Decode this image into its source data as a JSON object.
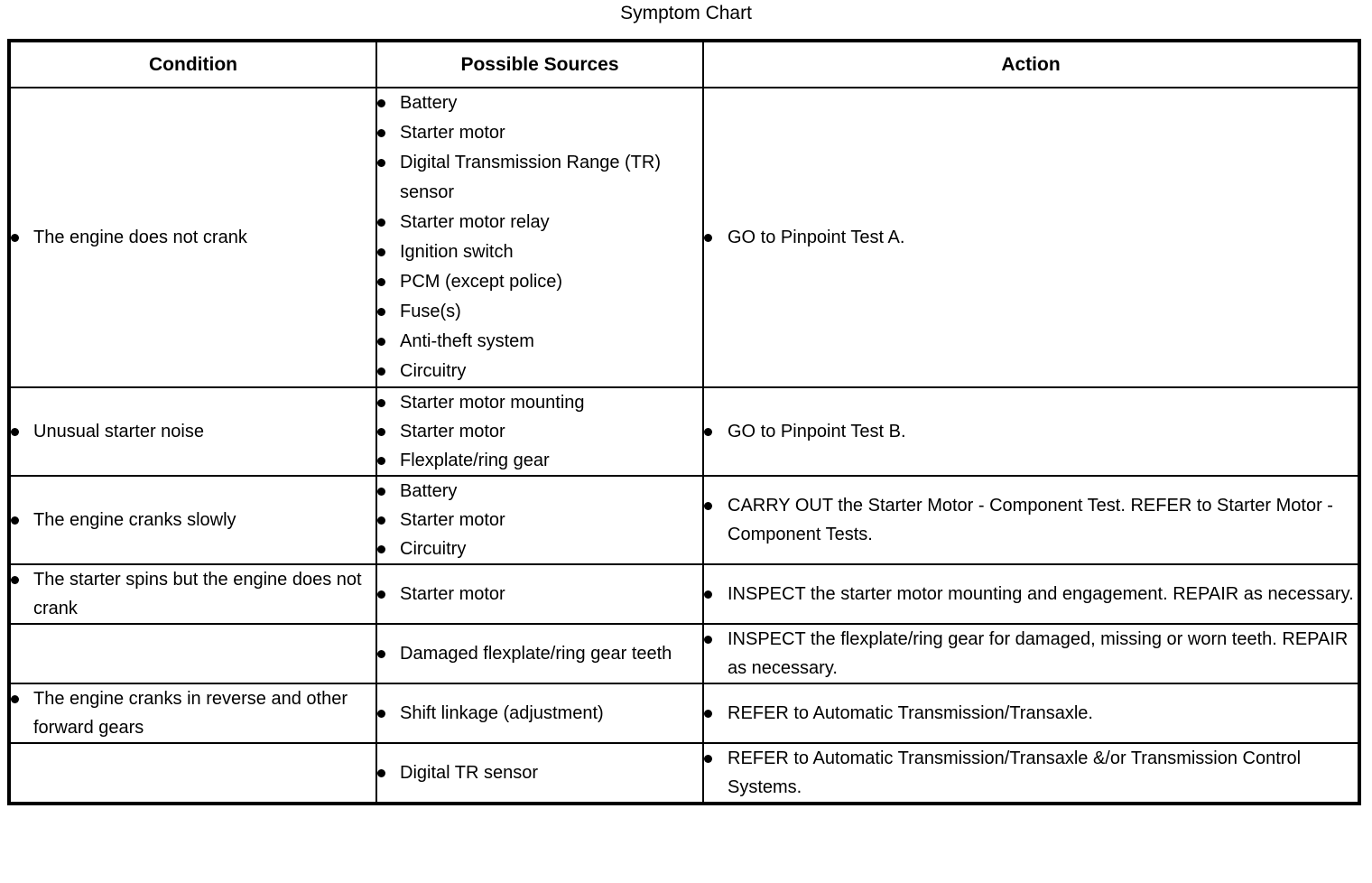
{
  "title": "Symptom Chart",
  "table": {
    "columns": [
      "Condition",
      "Possible Sources",
      "Action"
    ],
    "rows": [
      {
        "condition": [
          "The engine does not crank"
        ],
        "sources": [
          "Battery",
          "Starter motor",
          "Digital Transmission Range (TR) sensor",
          "Starter motor relay",
          "Ignition switch",
          "PCM (except police)",
          "Fuse(s)",
          "Anti-theft system",
          "Circuitry"
        ],
        "action": [
          "GO to Pinpoint Test A."
        ]
      },
      {
        "condition": [
          "Unusual starter noise"
        ],
        "sources": [
          "Starter motor mounting",
          "Starter motor",
          "Flexplate/ring gear"
        ],
        "action": [
          "GO to Pinpoint Test B."
        ]
      },
      {
        "condition": [
          "The engine cranks slowly"
        ],
        "sources": [
          "Battery",
          "Starter motor",
          "Circuitry"
        ],
        "action": [
          "CARRY OUT the Starter Motor - Component Test. REFER to Starter Motor - Component Tests."
        ]
      },
      {
        "condition": [
          "The starter spins but the engine does not crank"
        ],
        "sources": [
          "Starter motor"
        ],
        "action": [
          "INSPECT the starter motor mounting and engagement. REPAIR as necessary."
        ]
      },
      {
        "condition": [],
        "sources": [
          "Damaged flexplate/ring gear teeth"
        ],
        "action": [
          "INSPECT the flexplate/ring gear for damaged, missing or worn teeth. REPAIR as necessary."
        ]
      },
      {
        "condition": [
          "The engine cranks in reverse and other forward gears"
        ],
        "sources": [
          "Shift linkage (adjustment)"
        ],
        "action": [
          "REFER to Automatic Transmission/Transaxle."
        ]
      },
      {
        "condition": [],
        "sources": [
          "Digital TR sensor"
        ],
        "action": [
          "REFER to Automatic Transmission/Transaxle &/or Transmission Control Systems."
        ]
      }
    ]
  },
  "colors": {
    "border": "#000000",
    "text": "#000000",
    "background": "#ffffff"
  }
}
